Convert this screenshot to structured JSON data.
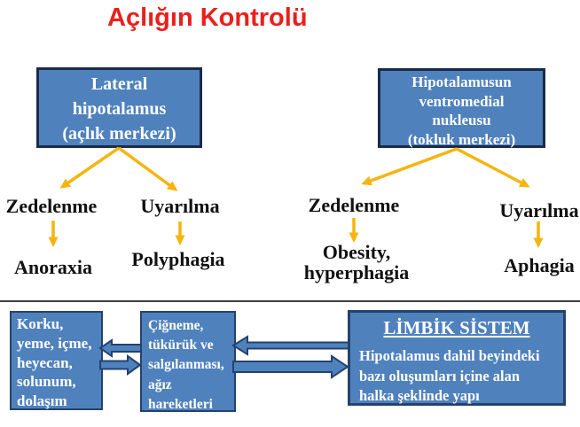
{
  "colors": {
    "red": "#E9201C",
    "gold": "#F6B40E",
    "blue": "#4F81BD",
    "navydark": "#1A2B49",
    "navymid": "#24426E",
    "rule": "#3D3D3D",
    "ink": "#111111"
  },
  "title": "Açlığın Kontrolü",
  "hungerBox": {
    "lines": [
      "Lateral",
      "hipotalamus",
      "(açlık merkezi)"
    ]
  },
  "satietyBox": {
    "lines": [
      "Hipotalamusun",
      "ventromedial",
      "nukleusu",
      "(tokluk merkezi)"
    ]
  },
  "leftBranch": {
    "damage": "Zedelenme",
    "damageResult": "Anoraxia",
    "stimulation": "Uyarılma",
    "stimulationResult": "Polyphagia"
  },
  "rightBranch": {
    "damage": "Zedelenme",
    "damageResultLines": [
      "Obesity,",
      "hyperphagia"
    ],
    "stimulation": "Uyarılma",
    "stimulationResult": "Aphagia"
  },
  "autonomicBox": {
    "lines": [
      "Korku,",
      "yeme, içme,",
      "heyecan,",
      "solunum,",
      "dolaşım"
    ]
  },
  "oralBox": {
    "lines": [
      "Çiğneme,",
      "tükürük ve",
      "salgılanması,",
      "ağız",
      "hareketleri"
    ]
  },
  "limbicBox": {
    "title": "LİMBİK SİSTEM",
    "bodyLines": [
      "Hipotalamus dahil beyindeki",
      "bazı oluşumları içine alan",
      "halka şeklinde yapı"
    ]
  }
}
